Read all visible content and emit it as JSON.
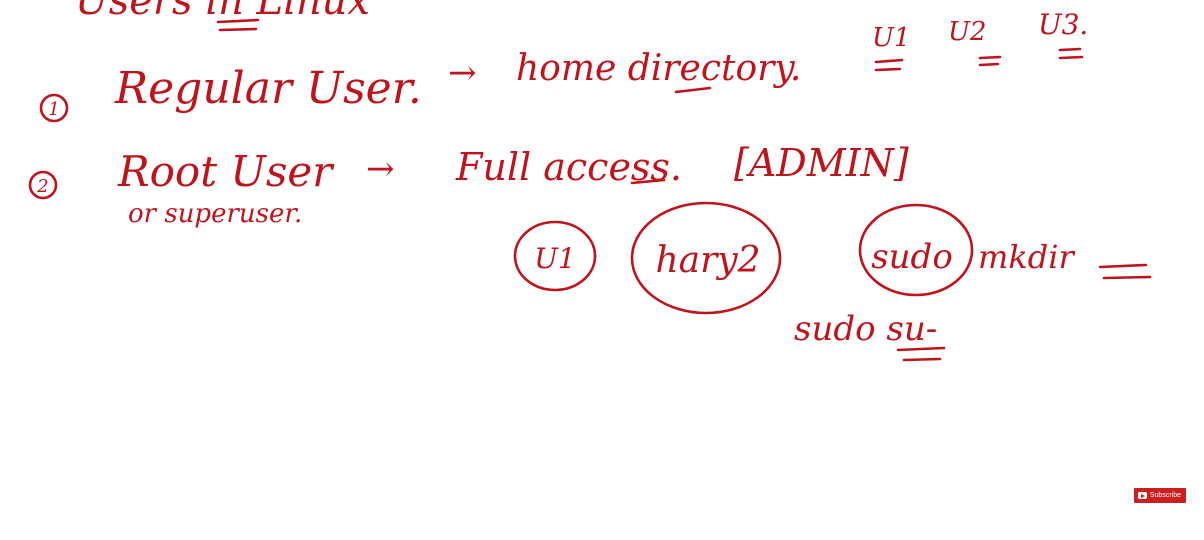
{
  "whiteboard": {
    "title": "Users in Linux",
    "item1_number": "1",
    "item1_label": "Regular User.",
    "item1_arrow": "→",
    "item1_target": "home directory.",
    "users": [
      "U1",
      "U2",
      "U3."
    ],
    "item2_number": "2",
    "item2_label": "Root User",
    "item2_arrow": "→",
    "item2_target": "Full access.",
    "item2_tag": "[ADMIN]",
    "item2_alias": "or superuser.",
    "circled_user": "U1",
    "circled_password": "hary2",
    "sudo_word": "sudo",
    "sudo_command": "mkdir",
    "sudo_su": "sudo su-",
    "ink_color": "#c0141c"
  },
  "overlay": {
    "subscribe_label": "Subscribe",
    "subscribe_color": "#cc1f1f",
    "icon": "youtube-play-icon"
  }
}
